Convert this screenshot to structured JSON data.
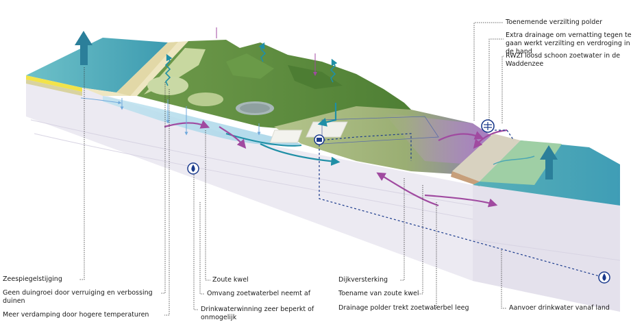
{
  "labels": {
    "zeespiegel": "Zeespiegelstijging",
    "duingroei": "Geen duingroei door verruiging en verbossing duinen",
    "verdamping": "Meer verdamping door hogere temperaturen",
    "zoute_kwel": "Zoute kwel",
    "omvang": "Omvang zoetwaterbel neemt af",
    "drinkwater": "Drinkwaterwinning zeer beperkt of onmogelijk",
    "dijk": "Dijkversterking",
    "toename": "Toename van zoute kwel",
    "drainage_polder": "Drainage polder trekt zoetwaterbel leeg",
    "aanvoer": "Aanvoer drinkwater vanaf land",
    "verzilting": "Toenemende verzilting polder",
    "extra_drainage": "Extra drainage om vernatting tegen te gaan werkt verzilting en verdroging in de hand",
    "rwzi": "RWZI loosd schoon zoetwater in de Waddenzee"
  },
  "colors": {
    "sea": "#5fb3bd",
    "beach": "#e8e0b8",
    "dune": "#5f8f3e",
    "polder": "#9fb67a",
    "ground": "#ece9f1",
    "salt_arrow": "#a04aa0",
    "fresh_arrow": "#1f8fa6",
    "water_icon": "#1a3a8c"
  }
}
